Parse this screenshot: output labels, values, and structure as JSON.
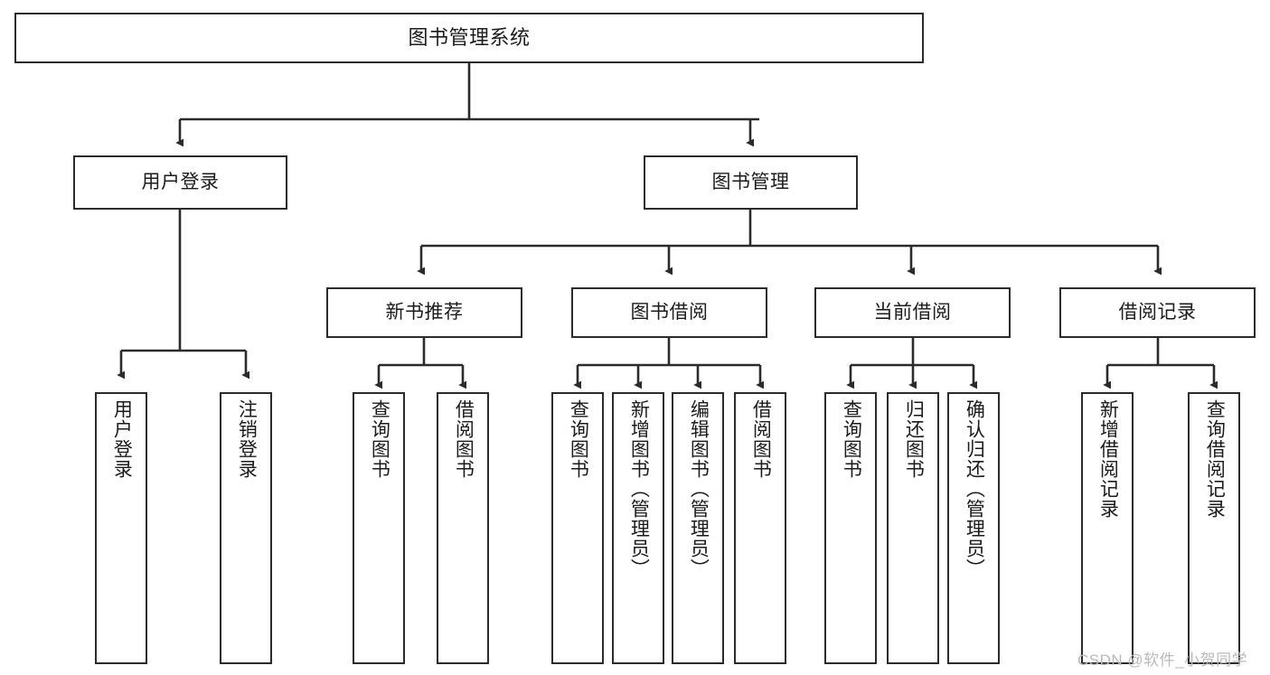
{
  "diagram": {
    "title": "图书管理系统",
    "type": "tree-hierarchy-diagram",
    "watermark": "CSDN @软件_小贺同学",
    "colors": {
      "stroke": "#2b2b2b",
      "fill": "#ffffff",
      "text": "#1b1b1b",
      "watermark": "#b9b9b9"
    },
    "nodes": {
      "root": {
        "label": "图书管理系统"
      },
      "level2": [
        {
          "id": "user-login",
          "label": "用户登录"
        },
        {
          "id": "book-manage",
          "label": "图书管理"
        }
      ],
      "level3": [
        {
          "id": "new-book-recommend",
          "label": "新书推荐"
        },
        {
          "id": "book-borrow",
          "label": "图书借阅"
        },
        {
          "id": "current-borrow",
          "label": "当前借阅"
        },
        {
          "id": "borrow-record",
          "label": "借阅记录"
        }
      ],
      "leaves": [
        {
          "id": "leaf-user-login",
          "label": "用户登录",
          "parent": "user-login"
        },
        {
          "id": "leaf-logout-login",
          "label": "注销登录",
          "parent": "user-login"
        },
        {
          "id": "leaf-query-book-1",
          "label": "查询图书",
          "parent": "new-book-recommend"
        },
        {
          "id": "leaf-borrow-book-1",
          "label": "借阅图书",
          "parent": "new-book-recommend"
        },
        {
          "id": "leaf-query-book-2",
          "label": "查询图书",
          "parent": "book-borrow"
        },
        {
          "id": "leaf-add-book",
          "label": "新增图书（管理员）",
          "parent": "book-borrow"
        },
        {
          "id": "leaf-edit-book",
          "label": "编辑图书（管理员）",
          "parent": "book-borrow"
        },
        {
          "id": "leaf-borrow-book-2",
          "label": "借阅图书",
          "parent": "book-borrow"
        },
        {
          "id": "leaf-query-book-3",
          "label": "查询图书",
          "parent": "current-borrow"
        },
        {
          "id": "leaf-return-book",
          "label": "归还图书",
          "parent": "current-borrow"
        },
        {
          "id": "leaf-confirm-return",
          "label": "确认归还（管理员）",
          "parent": "current-borrow"
        },
        {
          "id": "leaf-add-record",
          "label": "新增借阅记录",
          "parent": "borrow-record"
        },
        {
          "id": "leaf-query-record",
          "label": "查询借阅记录",
          "parent": "borrow-record"
        }
      ]
    }
  }
}
